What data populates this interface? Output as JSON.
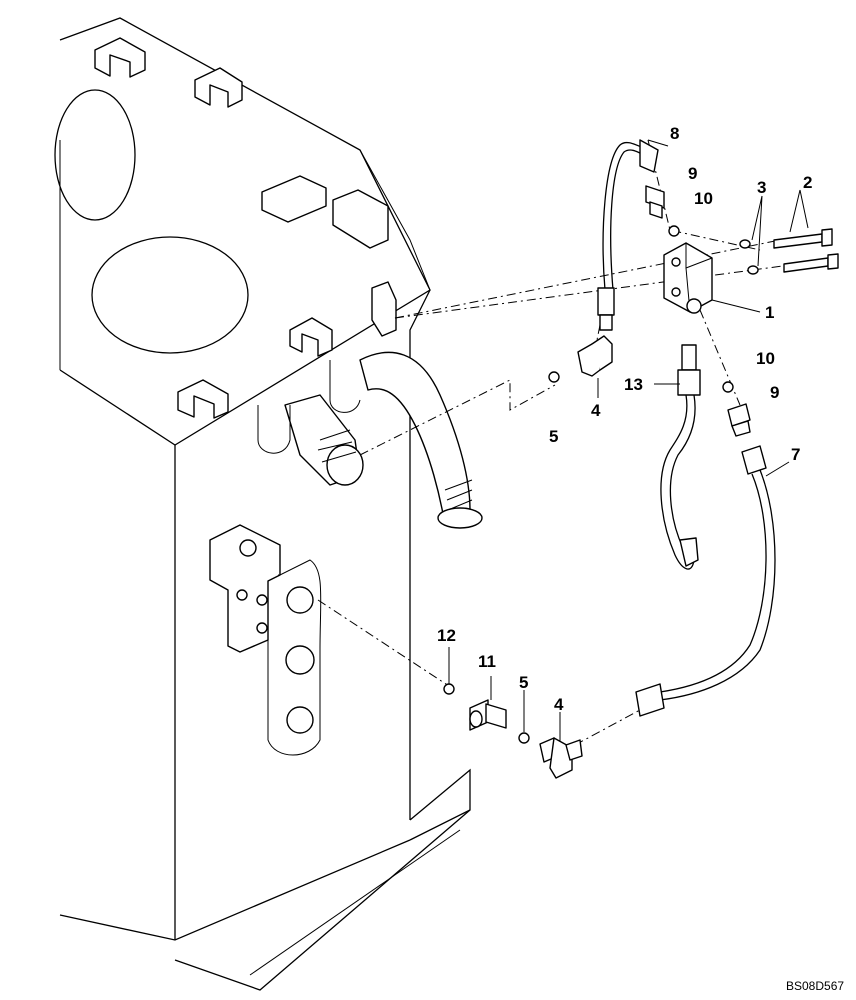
{
  "diagram": {
    "drawing_code": "BS08D567",
    "callouts": [
      "1",
      "2",
      "3",
      "4",
      "4",
      "5",
      "5",
      "7",
      "8",
      "9",
      "9",
      "10",
      "10",
      "11",
      "12",
      "13"
    ]
  }
}
